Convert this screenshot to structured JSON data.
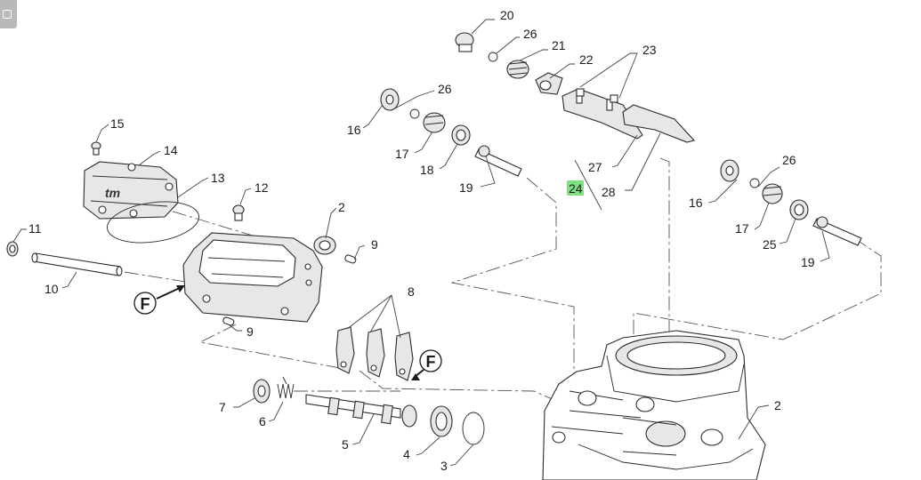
{
  "toolbar": {
    "corner_icon": "square-icon"
  },
  "colors": {
    "line": "#2a2a2a",
    "highlight": "#7fe07f",
    "background": "#ffffff"
  },
  "labels": {
    "p20": "20",
    "p26a": "26",
    "p21": "21",
    "p22": "22",
    "p23": "23",
    "p26b": "26",
    "p16a": "16",
    "p17a": "17",
    "p18": "18",
    "p19a": "19",
    "p27": "27",
    "p24": "24",
    "p28": "28",
    "p16b": "16",
    "p26c": "26",
    "p17b": "17",
    "p25": "25",
    "p19b": "19",
    "p15": "15",
    "p14": "14",
    "p13": "13",
    "p12": "12",
    "p2a": "2",
    "p11": "11",
    "p10": "10",
    "p9a": "9",
    "p9b": "9",
    "p8": "8",
    "p7": "7",
    "p6": "6",
    "p5": "5",
    "p4": "4",
    "p3": "3",
    "p2b": "2"
  },
  "callouts": {
    "f_left": "F",
    "f_right": "F"
  },
  "highlighted_part": "24"
}
